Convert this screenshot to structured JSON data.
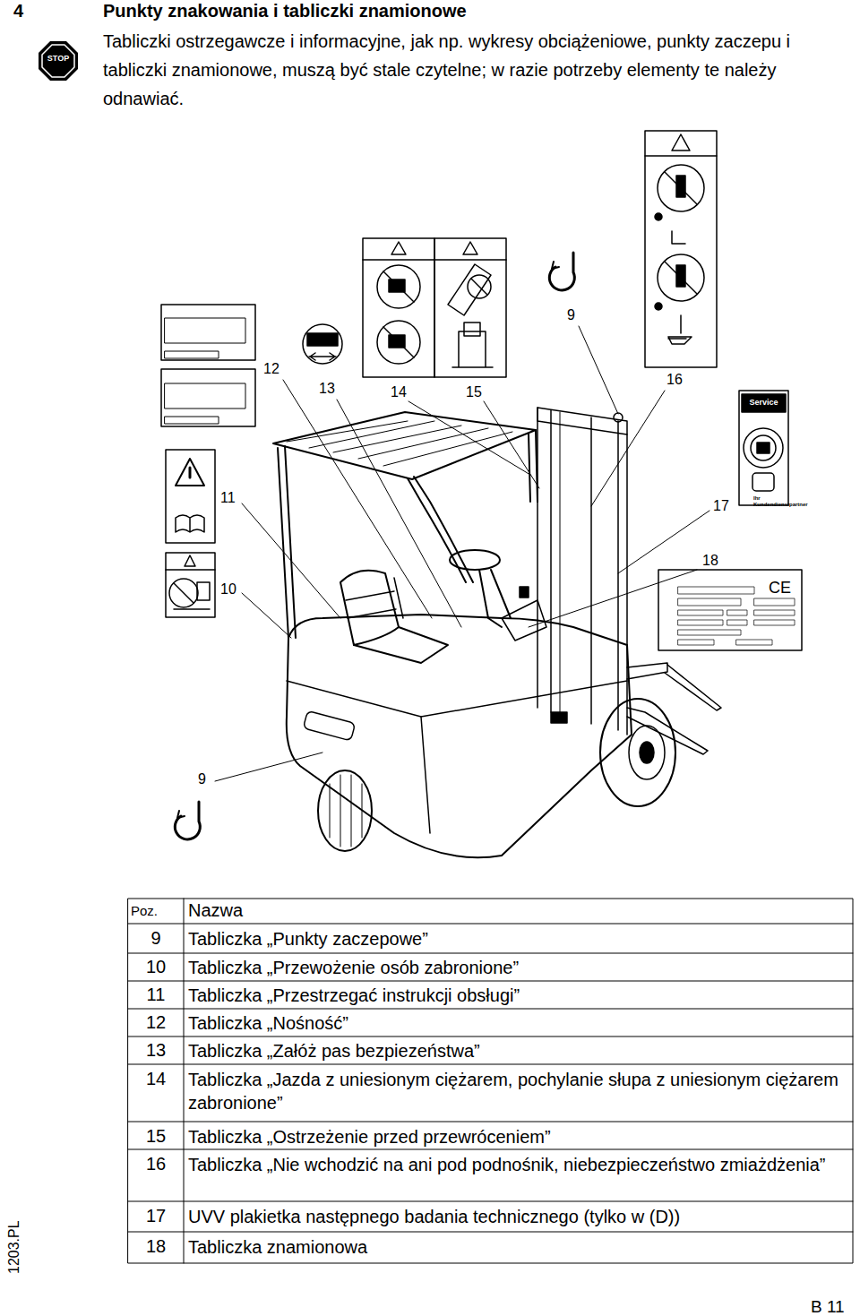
{
  "diagram": {
    "title": "Punkty znakowania i tabliczki znamionowe",
    "labels": [
      "4",
      "Tabliczki ostrzegawcze i informacyjne, jak np. wykresy obciążeniowe, punkty zaczepu i tabliczki znamionowe, muszą być stale czytelne; w razie potrzeby elementy te należy odnawiać.",
      "STOP",
      "12",
      "13",
      "14",
      "15",
      "9",
      "16",
      "Service",
      "11",
      "17",
      "Ihr Kundendienstpartner",
      "18",
      "CE",
      "10",
      "9",
      "Poz.",
      "Nazwa",
      "9",
      "Tabliczka „Punkty zaczepowe”",
      "10",
      "Tabliczka „Przewożenie osób zabronione”",
      "11",
      "Tabliczka „Przestrzegać instrukcji obsługi”",
      "12",
      "Tabliczka „Nośność”",
      "13",
      "Tabliczka „Załóż pas bezpiezeństwa”",
      "14",
      "Tabliczka „Jazda z uniesionym ciężarem, pochylanie słupa z uniesionym ciężarem zabronione”",
      "15",
      "Tabliczka „Ostrzeżenie przed przewróceniem”",
      "16",
      "Tabliczka „Nie wchodzić na ani pod podnośnik, niebezpieczeństwo zmiażdżenia”",
      "17",
      "UVV plakietka następnego badania technicznego (tylko w (D))",
      "18",
      "Tabliczka znamionowa",
      "1203.PL",
      "B 11"
    ]
  }
}
